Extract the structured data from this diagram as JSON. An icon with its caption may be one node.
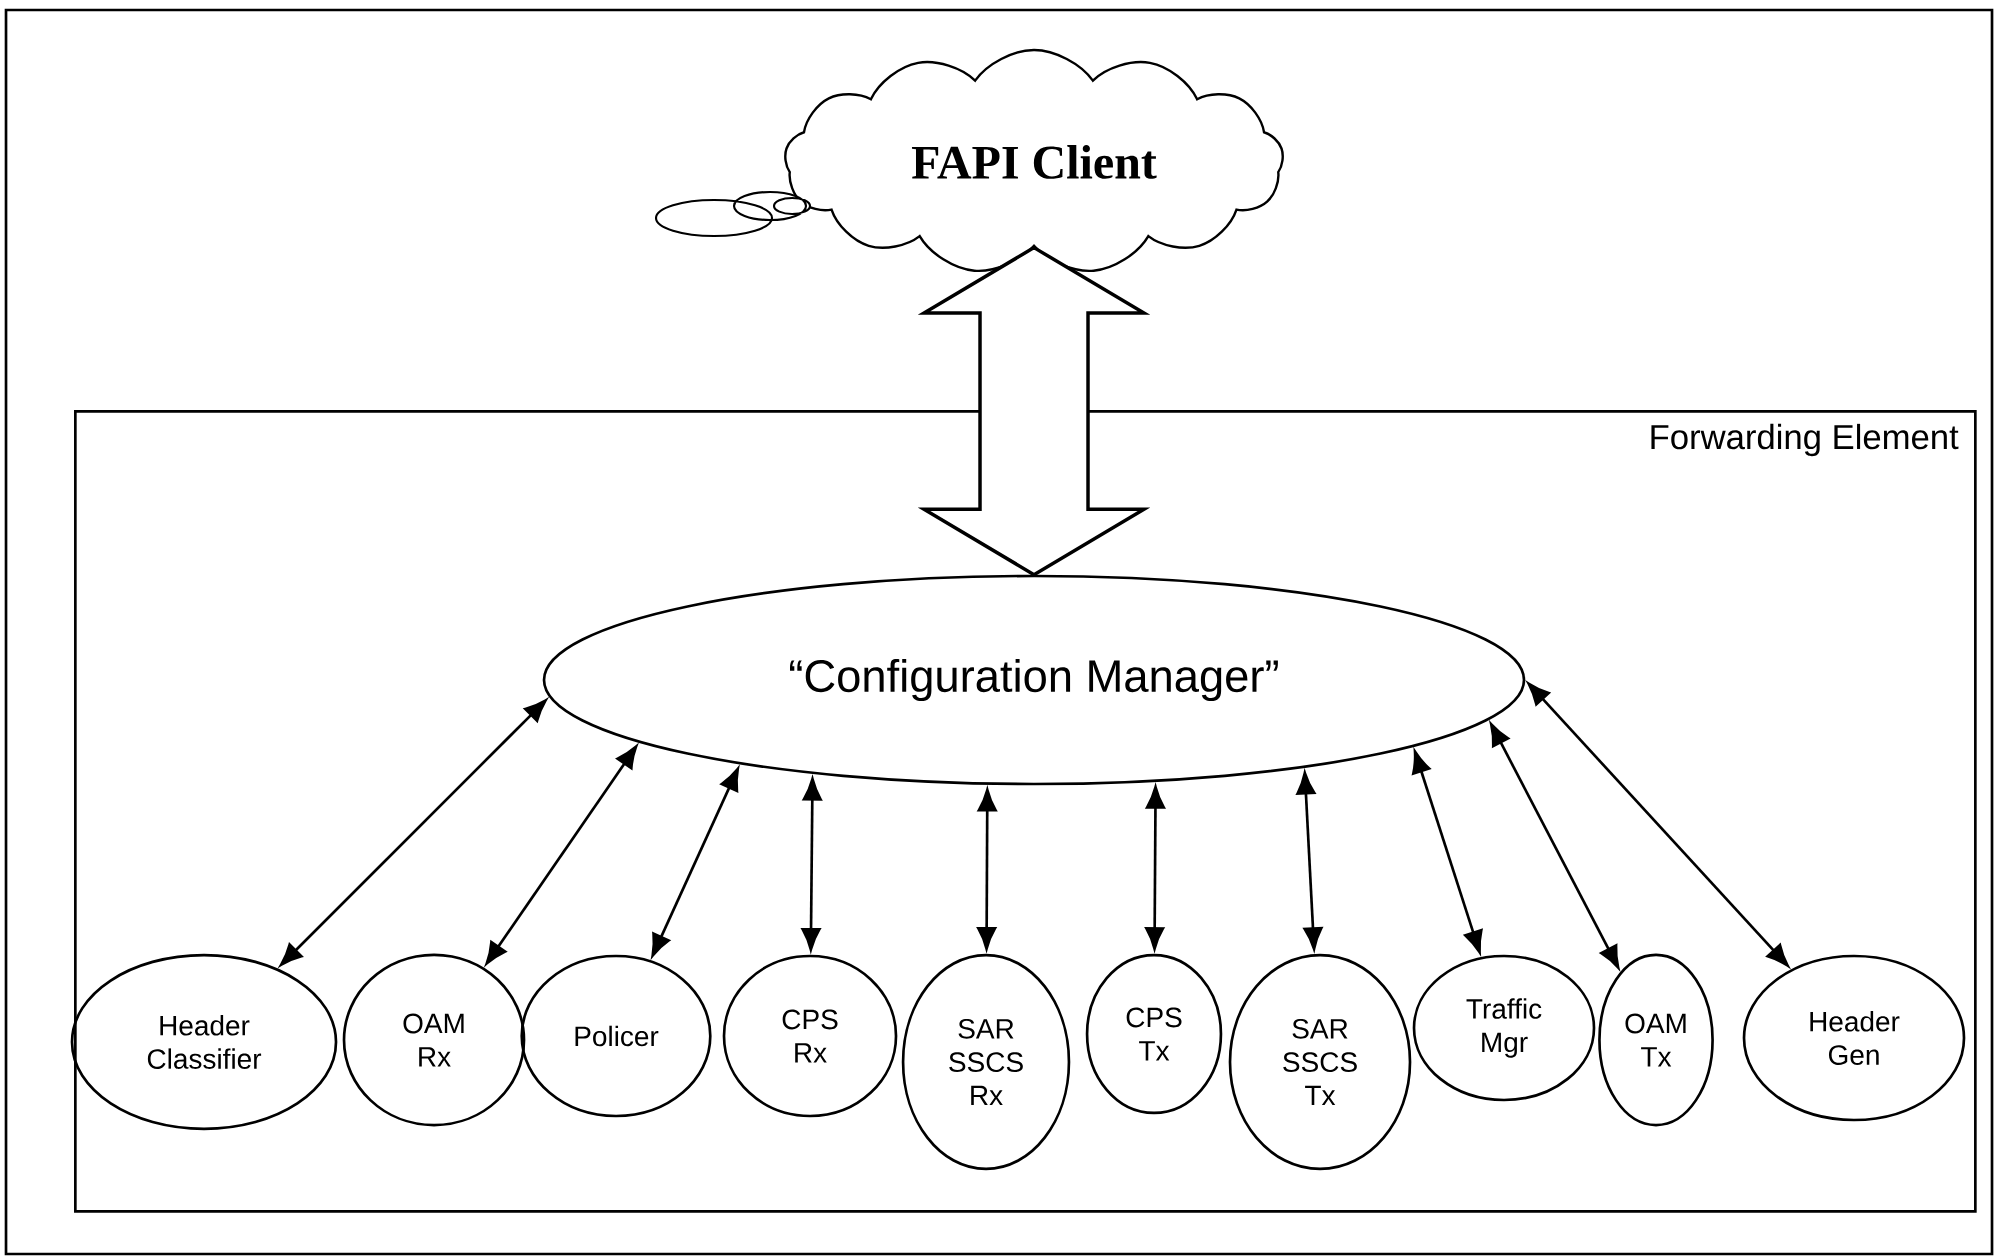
{
  "diagram": {
    "nodes": [
      {
        "text": [
          "FAPI Client"
        ]
      },
      {
        "text": [
          "Forwarding Element"
        ]
      },
      {
        "text": [
          "“Configuration Manager”"
        ],
        "in": 1
      },
      {
        "text": [
          "Header Classifier"
        ],
        "in": 1
      },
      {
        "text": [
          "OAM Rx"
        ],
        "in": 1
      },
      {
        "text": [
          "Policer"
        ],
        "in": 1
      },
      {
        "text": [
          "CPS Rx"
        ],
        "in": 1
      },
      {
        "text": [
          "SAR SSCS Rx"
        ],
        "in": 1
      },
      {
        "text": [
          "CPS Tx"
        ],
        "in": 1
      },
      {
        "text": [
          "SAR SSCS Tx"
        ],
        "in": 1
      },
      {
        "text": [
          "Traffic Mgr"
        ],
        "in": 1
      },
      {
        "text": [
          "OAM Tx"
        ],
        "in": 1
      },
      {
        "text": [
          "Header Gen"
        ],
        "in": 1
      }
    ],
    "edges": [
      {
        "from": 0,
        "to": 2,
        "arrow": "both",
        "style": "thick"
      },
      {
        "from": 2,
        "to": 3,
        "arrow": "both"
      },
      {
        "from": 2,
        "to": 4,
        "arrow": "both"
      },
      {
        "from": 2,
        "to": 5,
        "arrow": "both"
      },
      {
        "from": 2,
        "to": 6,
        "arrow": "both"
      },
      {
        "from": 2,
        "to": 7,
        "arrow": "both"
      },
      {
        "from": 2,
        "to": 8,
        "arrow": "both"
      },
      {
        "from": 2,
        "to": 9,
        "arrow": "both"
      },
      {
        "from": 2,
        "to": 10,
        "arrow": "both"
      },
      {
        "from": 2,
        "to": 11,
        "arrow": "both"
      },
      {
        "from": 2,
        "to": 12,
        "arrow": "both"
      }
    ]
  }
}
